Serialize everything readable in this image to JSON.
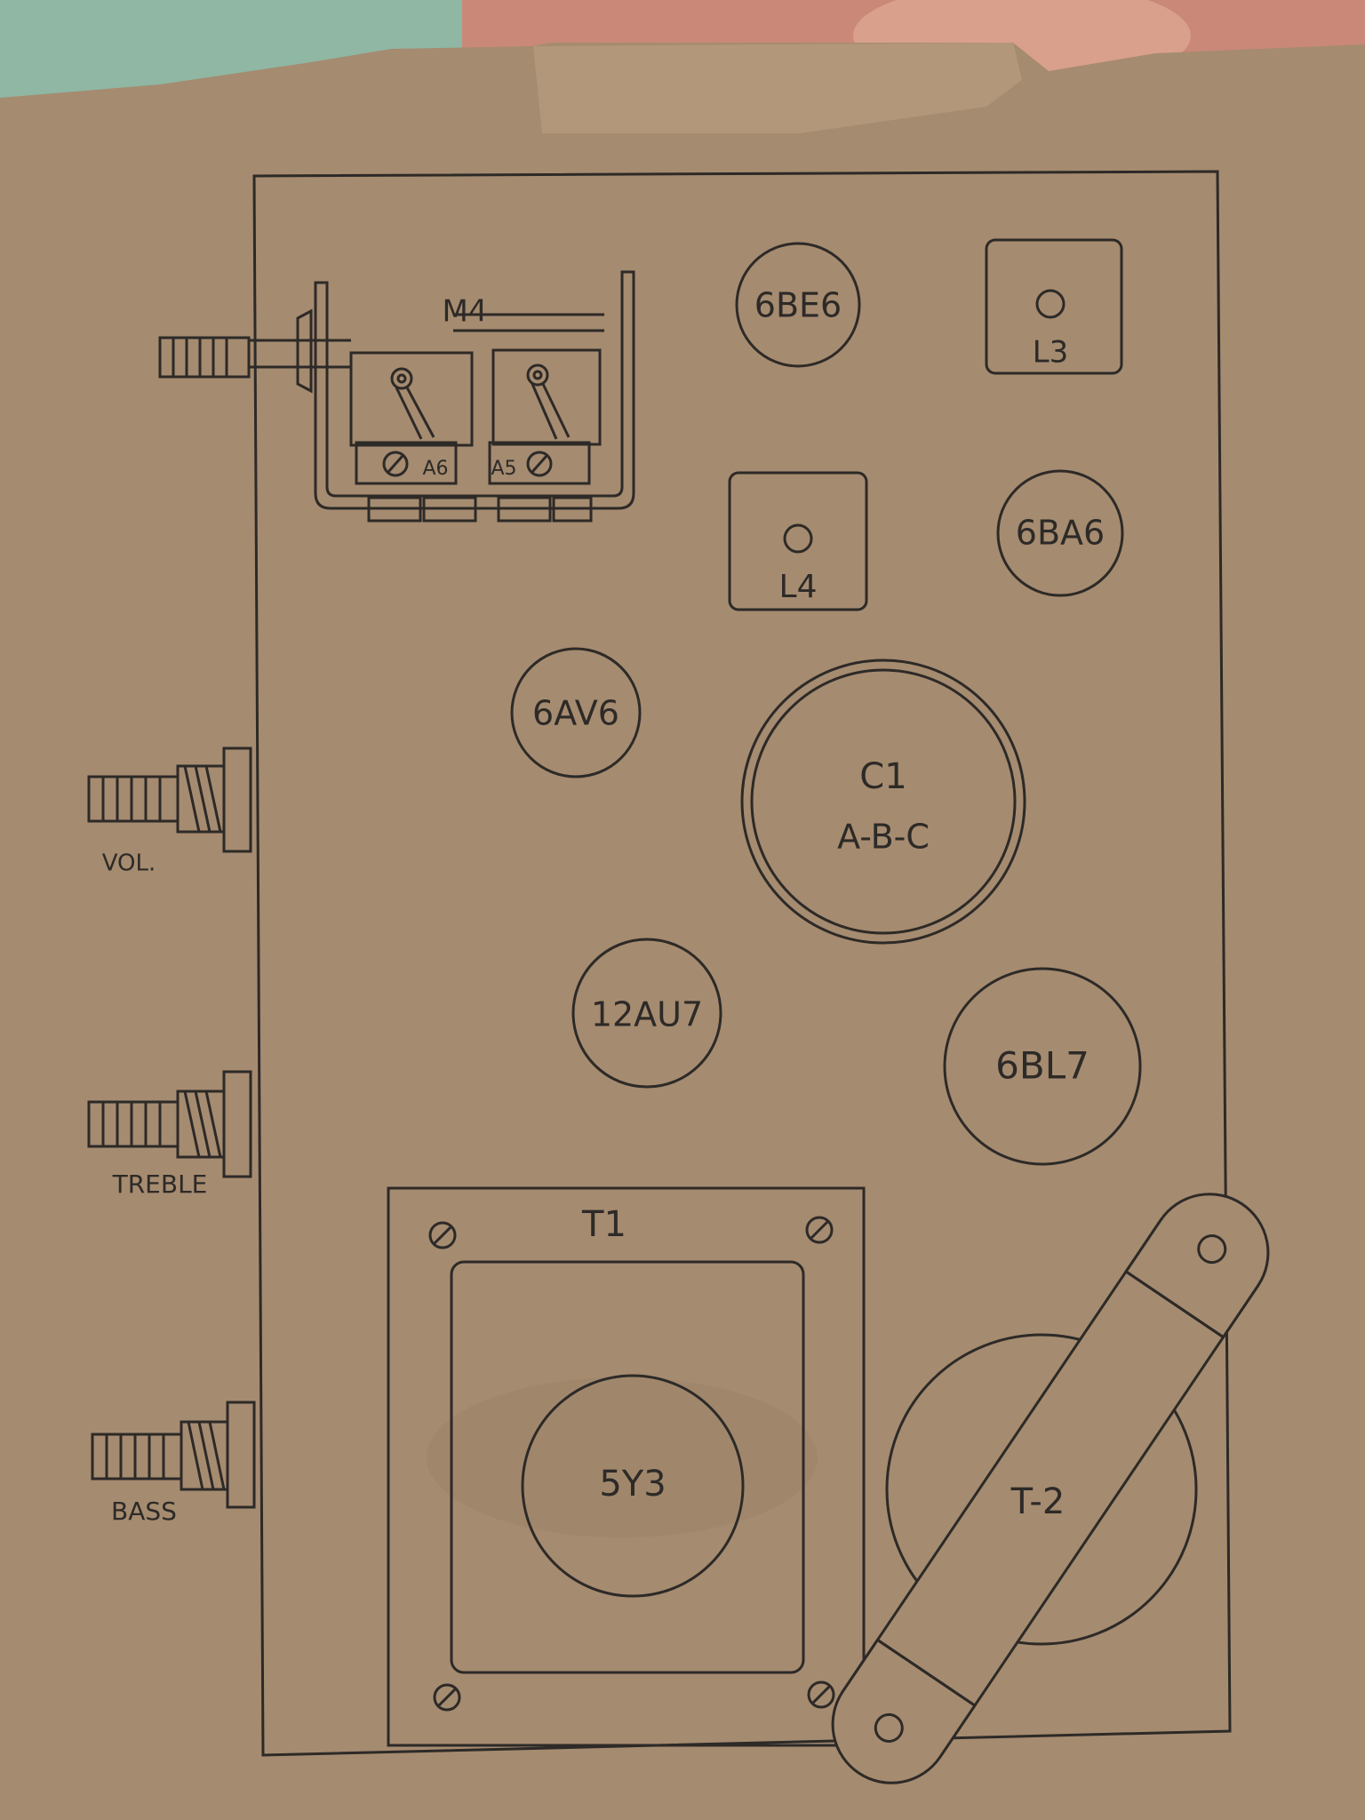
{
  "diagram": {
    "colors": {
      "paper": "#a58b70",
      "paper_dark": "#947a60",
      "ink": "#2d2a27",
      "backdrop_left": "#8fb7a3",
      "backdrop_right": "#c98878"
    },
    "components": {
      "switch_unit": "M4",
      "switch_a6": "A6",
      "switch_a5": "A5",
      "tube_6be6": "6BE6",
      "coil_l3": "L3",
      "coil_l4": "L4",
      "tube_6ba6": "6BA6",
      "tube_6av6": "6AV6",
      "capacitor_c1_line1": "C1",
      "capacitor_c1_line2": "A-B-C",
      "tube_12au7": "12AU7",
      "tube_6bl7": "6BL7",
      "transformer_t1": "T1",
      "tube_5y3": "5Y3",
      "transformer_t2": "T-2"
    },
    "controls": {
      "volume": "VOL.",
      "treble": "TREBLE",
      "bass": "BASS"
    }
  }
}
